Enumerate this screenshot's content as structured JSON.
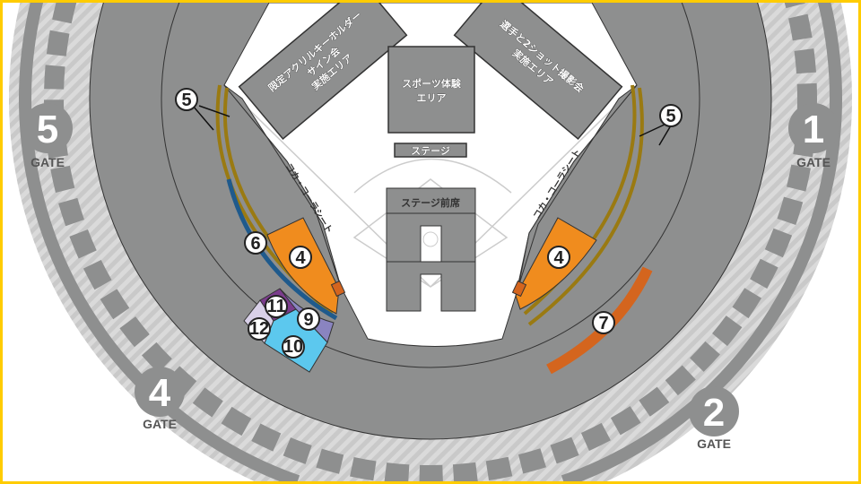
{
  "areas": {
    "acrylic_key_holder": [
      "限定アクリルキーホルダー",
      "サイン会",
      "実施エリア"
    ],
    "two_shot": [
      "選手と2ショット撮影会",
      "実施エリア"
    ],
    "sports_experience": [
      "スポーツ体験",
      "エリア"
    ],
    "stage": "ステージ",
    "stage_front_seats": "ステージ前席",
    "coca_cola_left": "コカ・コーラシート",
    "coca_cola_right": "コカ・コーラシート"
  },
  "gates": [
    {
      "number": "1",
      "label": "GATE"
    },
    {
      "number": "2",
      "label": "GATE"
    },
    {
      "number": "4",
      "label": "GATE"
    },
    {
      "number": "5",
      "label": "GATE"
    }
  ],
  "section_badges": [
    "5",
    "5",
    "6",
    "4",
    "4",
    "7",
    "9",
    "10",
    "11",
    "12"
  ],
  "colors": {
    "border": "#ffcc00",
    "stands": "#8e8f8f",
    "orange": "#f08c1e",
    "dark_orange": "#d4651e",
    "gold_line": "#9a7a12",
    "blue_line": "#1f5a8c",
    "purple": "#7a3c8c",
    "lavender": "#8a84c0",
    "light_blue": "#5cc8ee",
    "pale_purple": "#d8d0e8"
  }
}
